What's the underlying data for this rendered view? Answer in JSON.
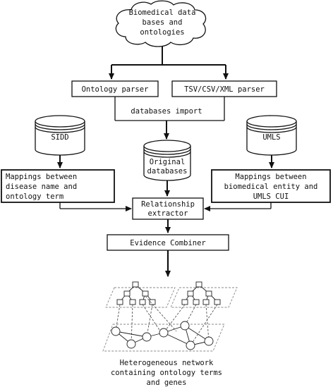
{
  "nodes": {
    "cloud": {
      "lines": [
        "Biomedical data",
        "bases and",
        "ontologies"
      ]
    },
    "ontology_parser": {
      "label": "Ontology parser"
    },
    "tsv_parser": {
      "label": "TSV/CSV/XML parser"
    },
    "databases_import": {
      "label": "databases import"
    },
    "sidd": {
      "label": "SIDD"
    },
    "umls": {
      "label": "UMLS"
    },
    "original_db": {
      "lines": [
        "Original",
        "databases"
      ]
    },
    "mappings_disease": {
      "lines": [
        "Mappings between",
        "disease name and",
        "ontology term"
      ]
    },
    "mappings_umls": {
      "lines": [
        "Mappings between",
        "biomedical entity and",
        "UMLS CUI"
      ]
    },
    "relationship_extractor": {
      "lines": [
        "Relationship",
        "extractor"
      ]
    },
    "evidence_combiner": {
      "label": "Evidence Combiner"
    },
    "network_caption": {
      "lines": [
        "Heterogeneous network",
        "containing ontology terms",
        "and  genes"
      ]
    }
  },
  "colors": {
    "stroke": "#111111",
    "background": "#ffffff",
    "dash": "#666666"
  }
}
